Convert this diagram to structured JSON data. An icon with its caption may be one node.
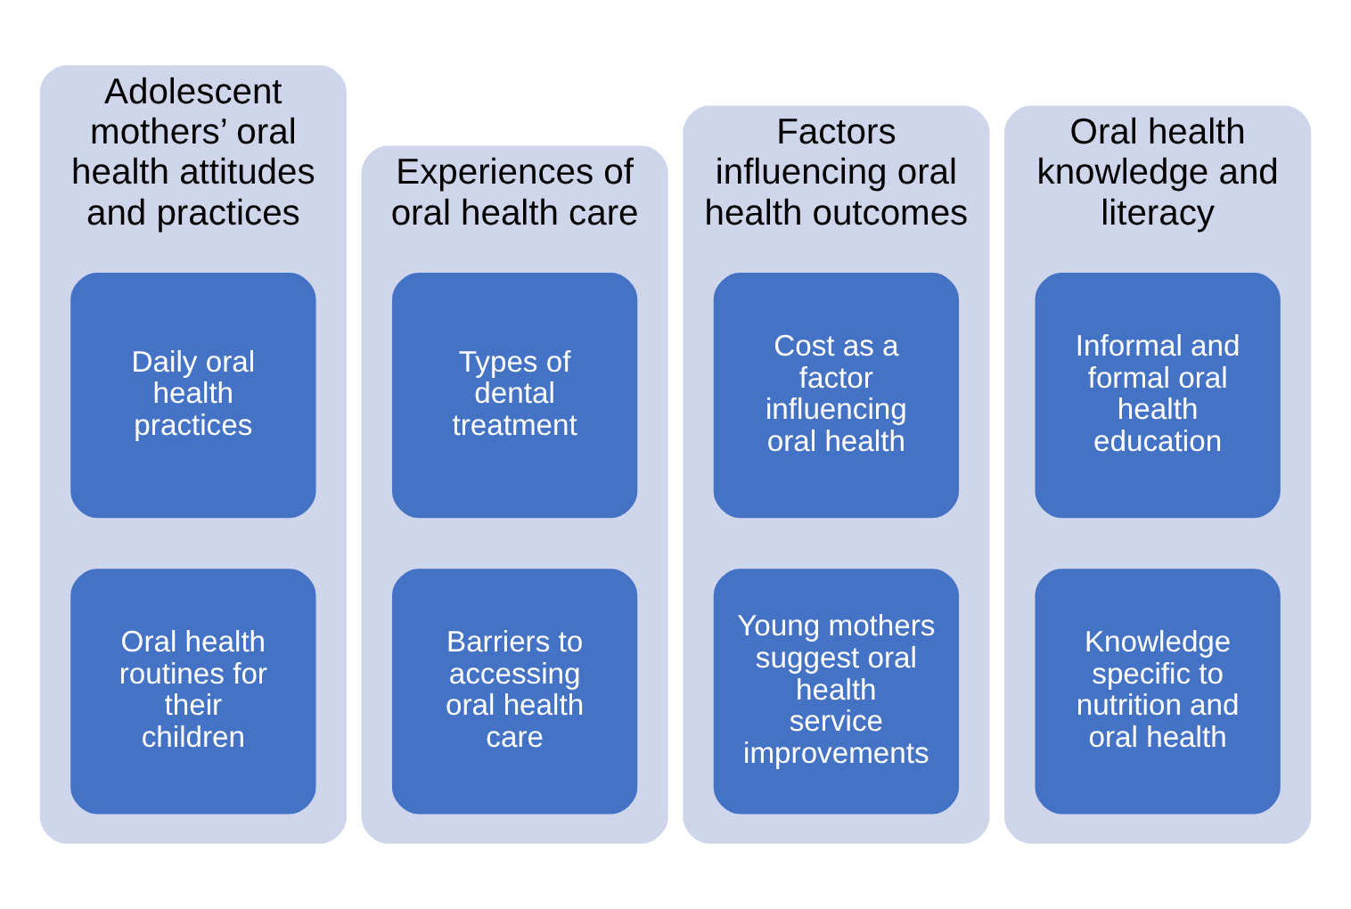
{
  "diagram": {
    "nodes": [
      {
        "text": [
          "Adolescent mothers’ oral health attitudes and practices"
        ]
      },
      {
        "text": [
          "Daily oral health practices"
        ],
        "in": 0
      },
      {
        "text": [
          "Oral health routines for their children"
        ],
        "in": 0
      },
      {
        "text": [
          "Experiences of oral health care"
        ]
      },
      {
        "text": [
          "Types of dental treatment"
        ],
        "in": 3
      },
      {
        "text": [
          "Barriers to accessing oral health care"
        ],
        "in": 3
      },
      {
        "text": [
          "Factors influencing oral health outcomes"
        ]
      },
      {
        "text": [
          "Cost as a factor influencing oral health"
        ],
        "in": 6
      },
      {
        "text": [
          "Young mothers suggest oral health service improvements"
        ],
        "in": 6
      },
      {
        "text": [
          "Oral health knowledge and literacy"
        ]
      },
      {
        "text": [
          "Informal and formal oral health education"
        ],
        "in": 9
      },
      {
        "text": [
          "Knowledge specific to nutrition and oral health"
        ],
        "in": 9
      }
    ]
  }
}
